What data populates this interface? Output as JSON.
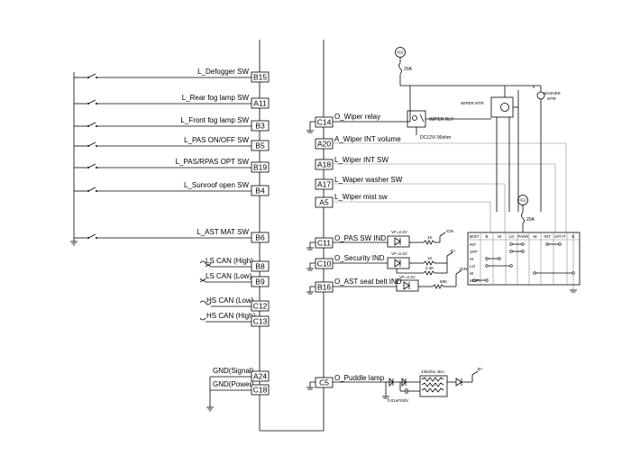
{
  "left_inputs": [
    {
      "label": "L_Defogger SW",
      "pin": "B15"
    },
    {
      "label": "L_Rear fog lamp SW",
      "pin": "A11"
    },
    {
      "label": "L_Front fog lamp SW",
      "pin": "B3"
    },
    {
      "label": "L_PAS ON/OFF SW",
      "pin": "B5"
    },
    {
      "label": "L_PAS/RPAS OPT SW",
      "pin": "B19"
    },
    {
      "label": "L_Sunroof open SW",
      "pin": "B4"
    },
    {
      "label": "L_AST MAT SW",
      "pin": "B6"
    }
  ],
  "can_lines": [
    {
      "label": "LS CAN (High)",
      "pin": "B8"
    },
    {
      "label": "LS CAN (Low)",
      "pin": "B9"
    },
    {
      "label": "HS CAN (Low)",
      "pin": "C12"
    },
    {
      "label": "HS CAN (High)",
      "pin": "C13"
    }
  ],
  "ground_lines": [
    {
      "label": "GND(Signal)",
      "pin": "A24"
    },
    {
      "label": "GND(Power)",
      "pin": "C18"
    }
  ],
  "right_outputs": [
    {
      "label": "O_Wiper relay",
      "pin": "C14"
    },
    {
      "label": "A_Wiper INT volume",
      "pin": "A20"
    },
    {
      "label": "L_Wiper INT SW",
      "pin": "A18"
    },
    {
      "label": "L_Waper washer SW",
      "pin": "A17"
    },
    {
      "label": "L_Wiper mist sw",
      "pin": "A5"
    },
    {
      "label": "O_PAS SW IND",
      "pin": "C11"
    },
    {
      "label": "O_Security IND",
      "pin": "C10"
    },
    {
      "label": "O_AST seat belt IND",
      "pin": "B16"
    },
    {
      "label": "O_Puddle lamp",
      "pin": "C5"
    }
  ],
  "components": {
    "ig_top": "IG2",
    "fuse_top": "20A",
    "wiper_mtr": "WIPER MTR",
    "washer_mtr_1": "WASHER",
    "washer_mtr_2": "MTR",
    "wiper_rly": "WIPER RLY",
    "rly_spec": "DC12V/ 90ohm",
    "ig_mid": "IG2",
    "fuse_mid": "20A",
    "ind1_vf": "VF=2.2V",
    "ind1_r": "1K",
    "ind1_src": "IGN",
    "ind2_vf": "VF=2.2V",
    "ind2_r": "1K",
    "ind2_r2": "2.4K",
    "ind2_src": "B+",
    "ind3_vf": "VF=2.2V",
    "ind3_r": "680",
    "ind3_src": "IGN",
    "puddle_src": "B+",
    "puddle_cap": "0.01uF/50V",
    "puddle_lamp": "430ohm 4EA"
  },
  "switch_table": {
    "headers": [
      "MIST",
      "B",
      "HI",
      "LO",
      "PARK",
      "W",
      "INT",
      "INT-IT",
      "E"
    ],
    "rows": [
      "INT",
      "OFF",
      "HI",
      "LO",
      "W",
      "MIST"
    ]
  }
}
